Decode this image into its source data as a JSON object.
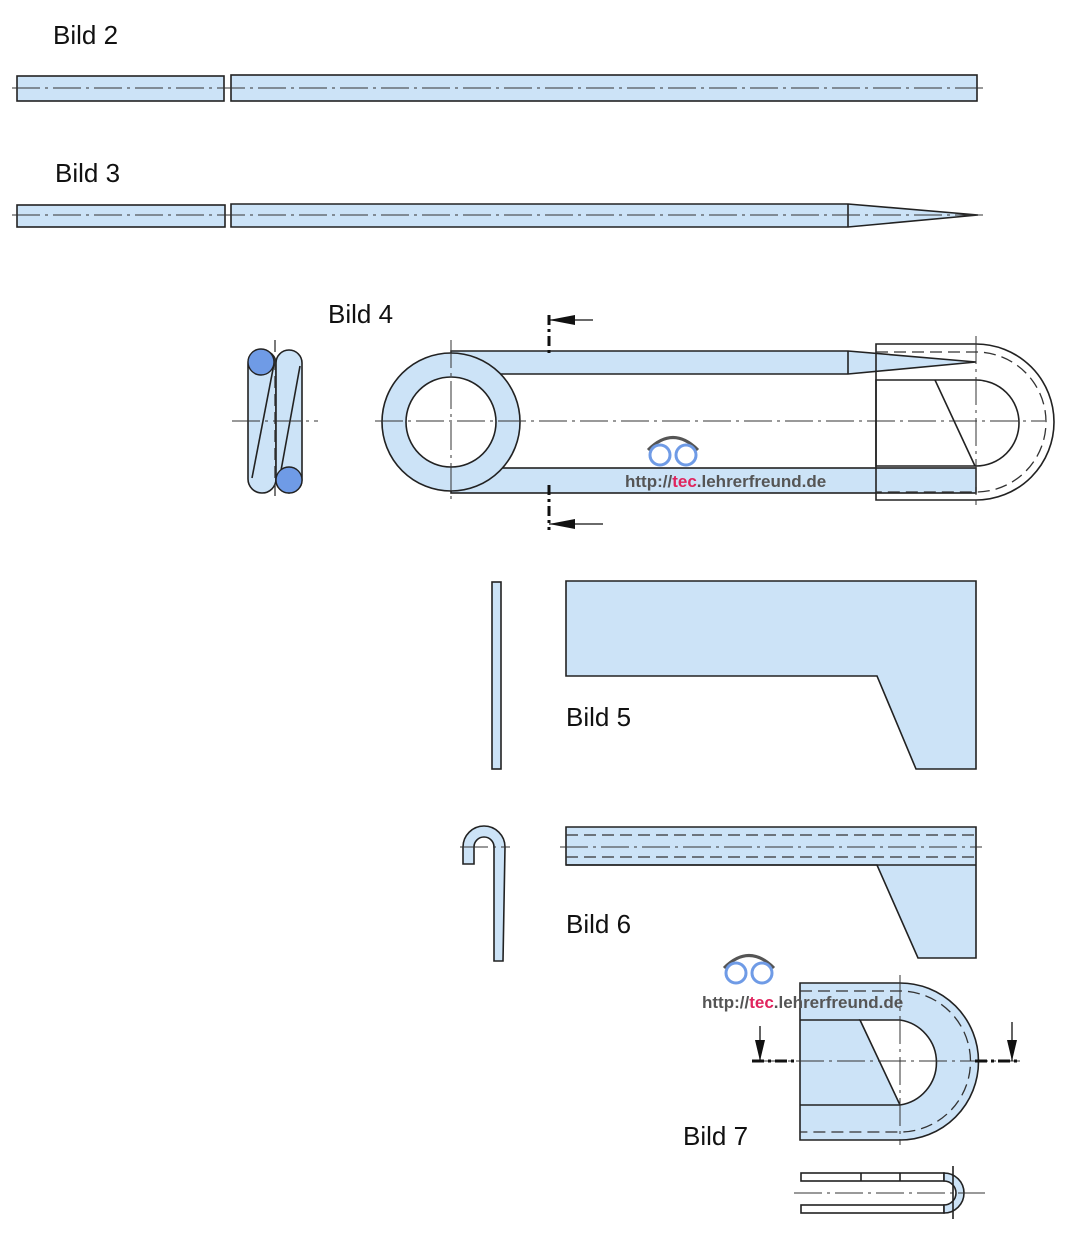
{
  "figures": {
    "bild2": "Bild 2",
    "bild3": "Bild 3",
    "bild4": "Bild 4",
    "bild5": "Bild 5",
    "bild6": "Bild 6",
    "bild7": "Bild 7"
  },
  "watermark": {
    "prefix": "http://",
    "highlight": "tec",
    "suffix": ".lehrerfreund.de"
  },
  "colors": {
    "fill": "#cce3f7",
    "accent": "#e0245e",
    "dot": "#6f9be6"
  }
}
